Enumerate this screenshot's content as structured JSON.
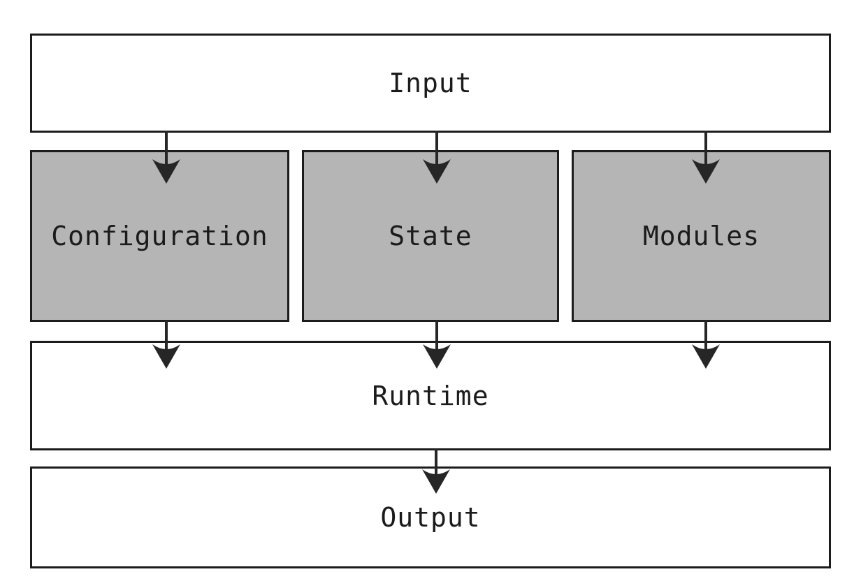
{
  "diagram": {
    "nodes": {
      "input": {
        "label": "Input",
        "fill": "white"
      },
      "configuration": {
        "label": "Configuration",
        "fill": "gray"
      },
      "state": {
        "label": "State",
        "fill": "gray"
      },
      "modules": {
        "label": "Modules",
        "fill": "gray"
      },
      "runtime": {
        "label": "Runtime",
        "fill": "white"
      },
      "output": {
        "label": "Output",
        "fill": "white"
      }
    },
    "edges": [
      {
        "from": "Input",
        "to": "Configuration"
      },
      {
        "from": "Input",
        "to": "State"
      },
      {
        "from": "Input",
        "to": "Modules"
      },
      {
        "from": "Configuration",
        "to": "Runtime"
      },
      {
        "from": "State",
        "to": "Runtime"
      },
      {
        "from": "Modules",
        "to": "Runtime"
      },
      {
        "from": "Runtime",
        "to": "Output"
      }
    ],
    "colors": {
      "background": "#ffffff",
      "box_border": "#1c1c1c",
      "gray_fill": "#b5b5b5",
      "white_fill": "#ffffff",
      "arrow": "#262626",
      "text": "#1b1b1b"
    }
  }
}
